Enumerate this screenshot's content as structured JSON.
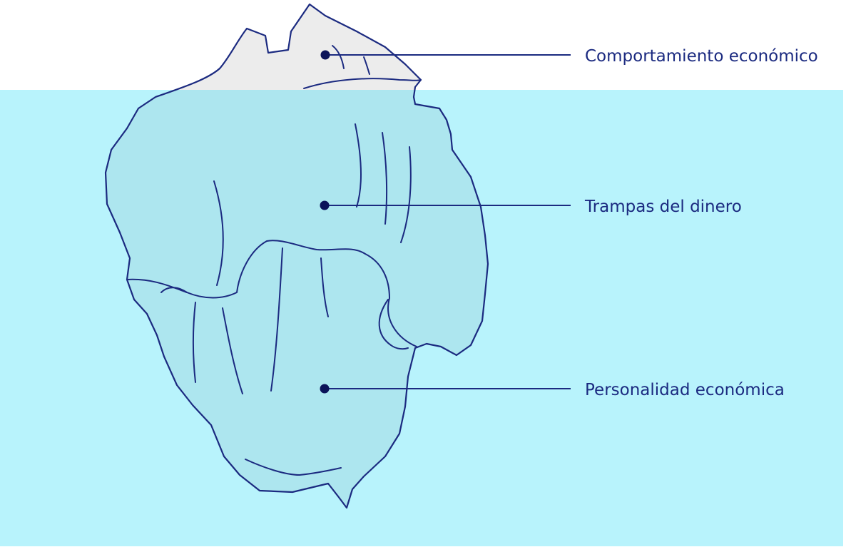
{
  "diagram": {
    "colors": {
      "background": "#ffffff",
      "water": "#b8f3fc",
      "ice_above_water": "#ececec",
      "ice_below_water": "#ade6ef",
      "outline": "#1b2a80",
      "connector": "#1b2a80",
      "marker_dot": "#0b1359",
      "label_text": "#1b2a80"
    },
    "labels": {
      "top": "Comportamiento económico",
      "middle": "Trampas del dinero",
      "bottom": "Personalidad económica"
    }
  }
}
